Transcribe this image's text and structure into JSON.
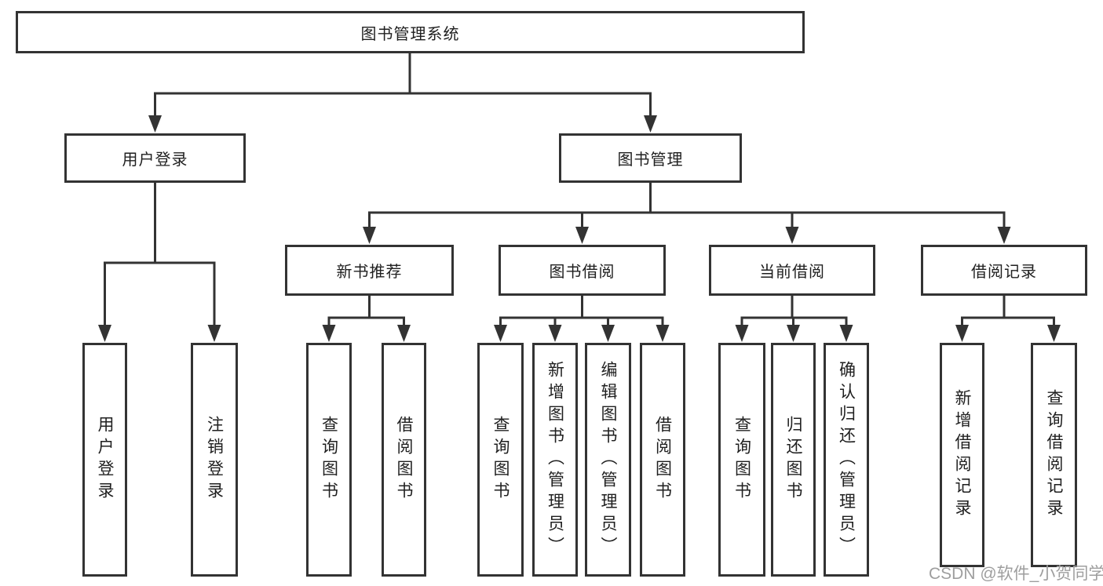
{
  "nodes": {
    "root": {
      "label": "图书管理系统"
    },
    "level2": [
      {
        "label": "用户登录"
      },
      {
        "label": "图书管理"
      }
    ],
    "level3": [
      {
        "label": "新书推荐",
        "parent": "图书管理"
      },
      {
        "label": "图书借阅",
        "parent": "图书管理"
      },
      {
        "label": "当前借阅",
        "parent": "图书管理"
      },
      {
        "label": "借阅记录",
        "parent": "图书管理"
      }
    ],
    "leaves": [
      {
        "label": "用户登录",
        "parent": "用户登录"
      },
      {
        "label": "注销登录",
        "parent": "用户登录"
      },
      {
        "label": "查询图书",
        "parent": "新书推荐"
      },
      {
        "label": "借阅图书",
        "parent": "新书推荐"
      },
      {
        "label": "查询图书",
        "parent": "图书借阅"
      },
      {
        "label": "新增图书（管理员）",
        "parent": "图书借阅"
      },
      {
        "label": "编辑图书（管理员）",
        "parent": "图书借阅"
      },
      {
        "label": "借阅图书",
        "parent": "图书借阅"
      },
      {
        "label": "查询图书",
        "parent": "当前借阅"
      },
      {
        "label": "归还图书",
        "parent": "当前借阅"
      },
      {
        "label": "确认归还（管理员）",
        "parent": "当前借阅"
      },
      {
        "label": "新增借阅记录",
        "parent": "借阅记录"
      },
      {
        "label": "查询借阅记录",
        "parent": "借阅记录"
      }
    ]
  },
  "watermark": {
    "text": "CSDN @软件_小贺同学"
  },
  "colors": {
    "line": "#333333",
    "box_border": "#333333",
    "text": "#1f1f1f",
    "watermark": "#9e9e9e",
    "background": "#ffffff"
  }
}
